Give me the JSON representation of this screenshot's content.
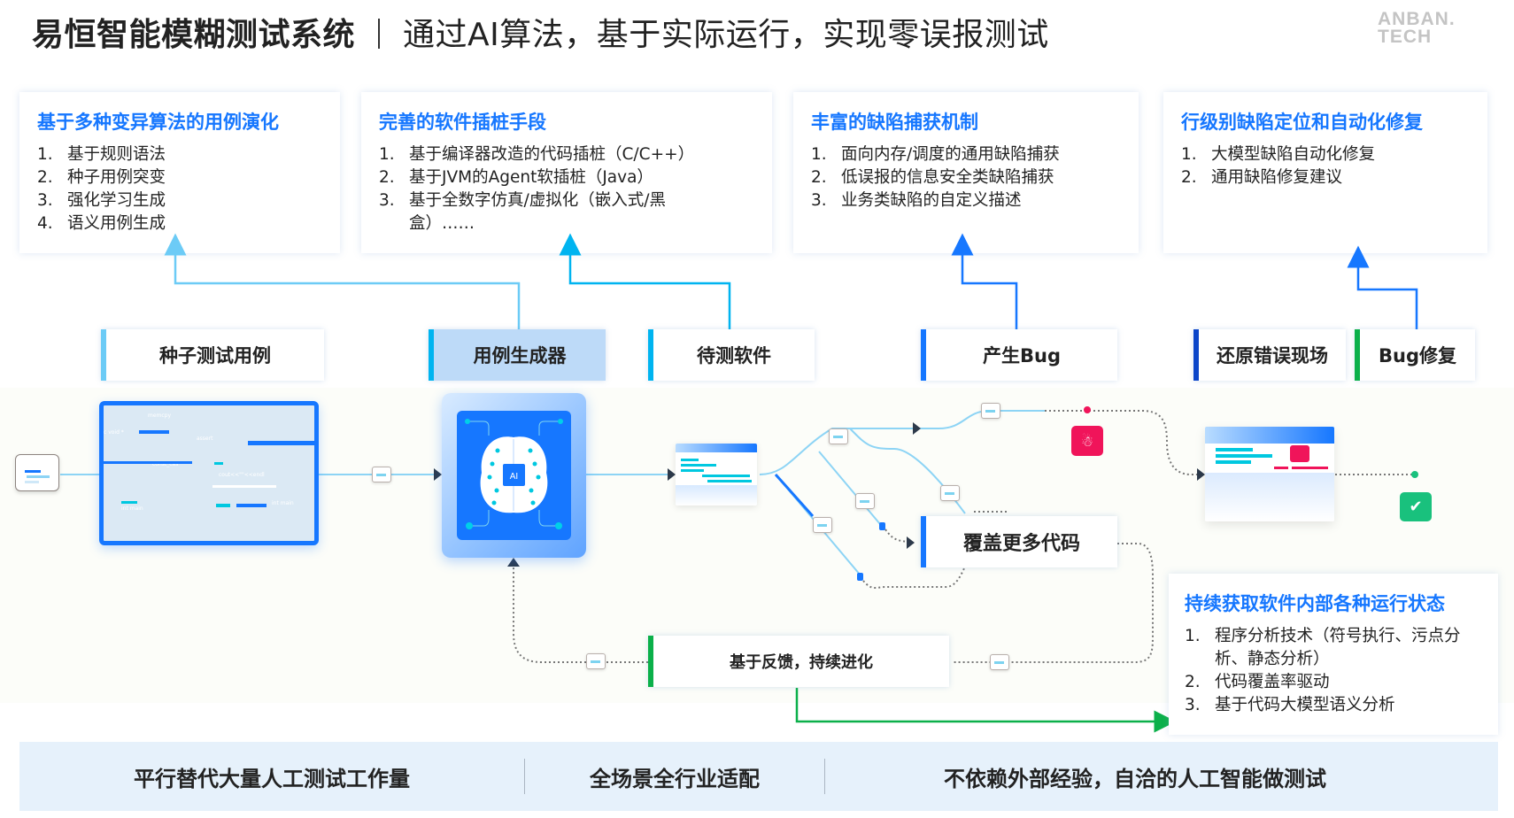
{
  "header": {
    "title": "易恒智能模糊测试系统",
    "subtitle": "通过AI算法，基于实际运行，实现零误报测试",
    "logo_line1": "ANBAN.",
    "logo_line2": "TECH"
  },
  "features": [
    {
      "title": "基于多种变异算法的用例演化",
      "items": [
        "基于规则语法",
        "种子用例突变",
        "强化学习生成",
        "语义用例生成"
      ]
    },
    {
      "title": "完善的软件插桩手段",
      "items": [
        "基于编译器改造的代码插桩（C/C++）",
        "基于JVM的Agent软插桩（Java）",
        "基于全数字仿真/虚拟化（嵌入式/黑盒）……"
      ]
    },
    {
      "title": "丰富的缺陷捕获机制",
      "items": [
        "面向内存/调度的通用缺陷捕获",
        "低误报的信息安全类缺陷捕获",
        "业务类缺陷的自定义描述"
      ]
    },
    {
      "title": "行级别缺陷定位和自动化修复",
      "items": [
        "大模型缺陷自动化修复",
        "通用缺陷修复建议"
      ]
    }
  ],
  "runtime_panel": {
    "title": "持续获取软件内部各种运行状态",
    "items": [
      "程序分析技术（符号执行、污点分析、静态分析）",
      "代码覆盖率驱动",
      "基于代码大模型语义分析"
    ]
  },
  "tags": {
    "seed": "种子测试用例",
    "generator": "用例生成器",
    "target": "待测软件",
    "bug": "产生Bug",
    "restore": "还原错误现场",
    "fix": "Bug修复",
    "coverage": "覆盖更多代码",
    "feedback": "基于反馈，持续进化"
  },
  "ai_chip_label": "AI",
  "code_snippets": [
    "memcpy",
    "c void *",
    "assert",
    "const_cas",
    "cout<<\"\"<<endl",
    "int main",
    "int main"
  ],
  "icons": [
    "folder-icon",
    "brain-icon",
    "bug-icon",
    "check-icon",
    "browser-window-icon"
  ],
  "bottom_bar": [
    "平行替代大量人工测试工作量",
    "全场景全行业适配",
    "不依赖外部经验，自洽的人工智能做测试"
  ],
  "colors": {
    "accent_blue": "#1677ff",
    "light_blue": "#5ec8ff",
    "cyan": "#00b4f0",
    "dark_blue": "#0b45c9",
    "green": "#0bb04a",
    "bug_red": "#f0145a",
    "ok_green": "#19c17d"
  }
}
